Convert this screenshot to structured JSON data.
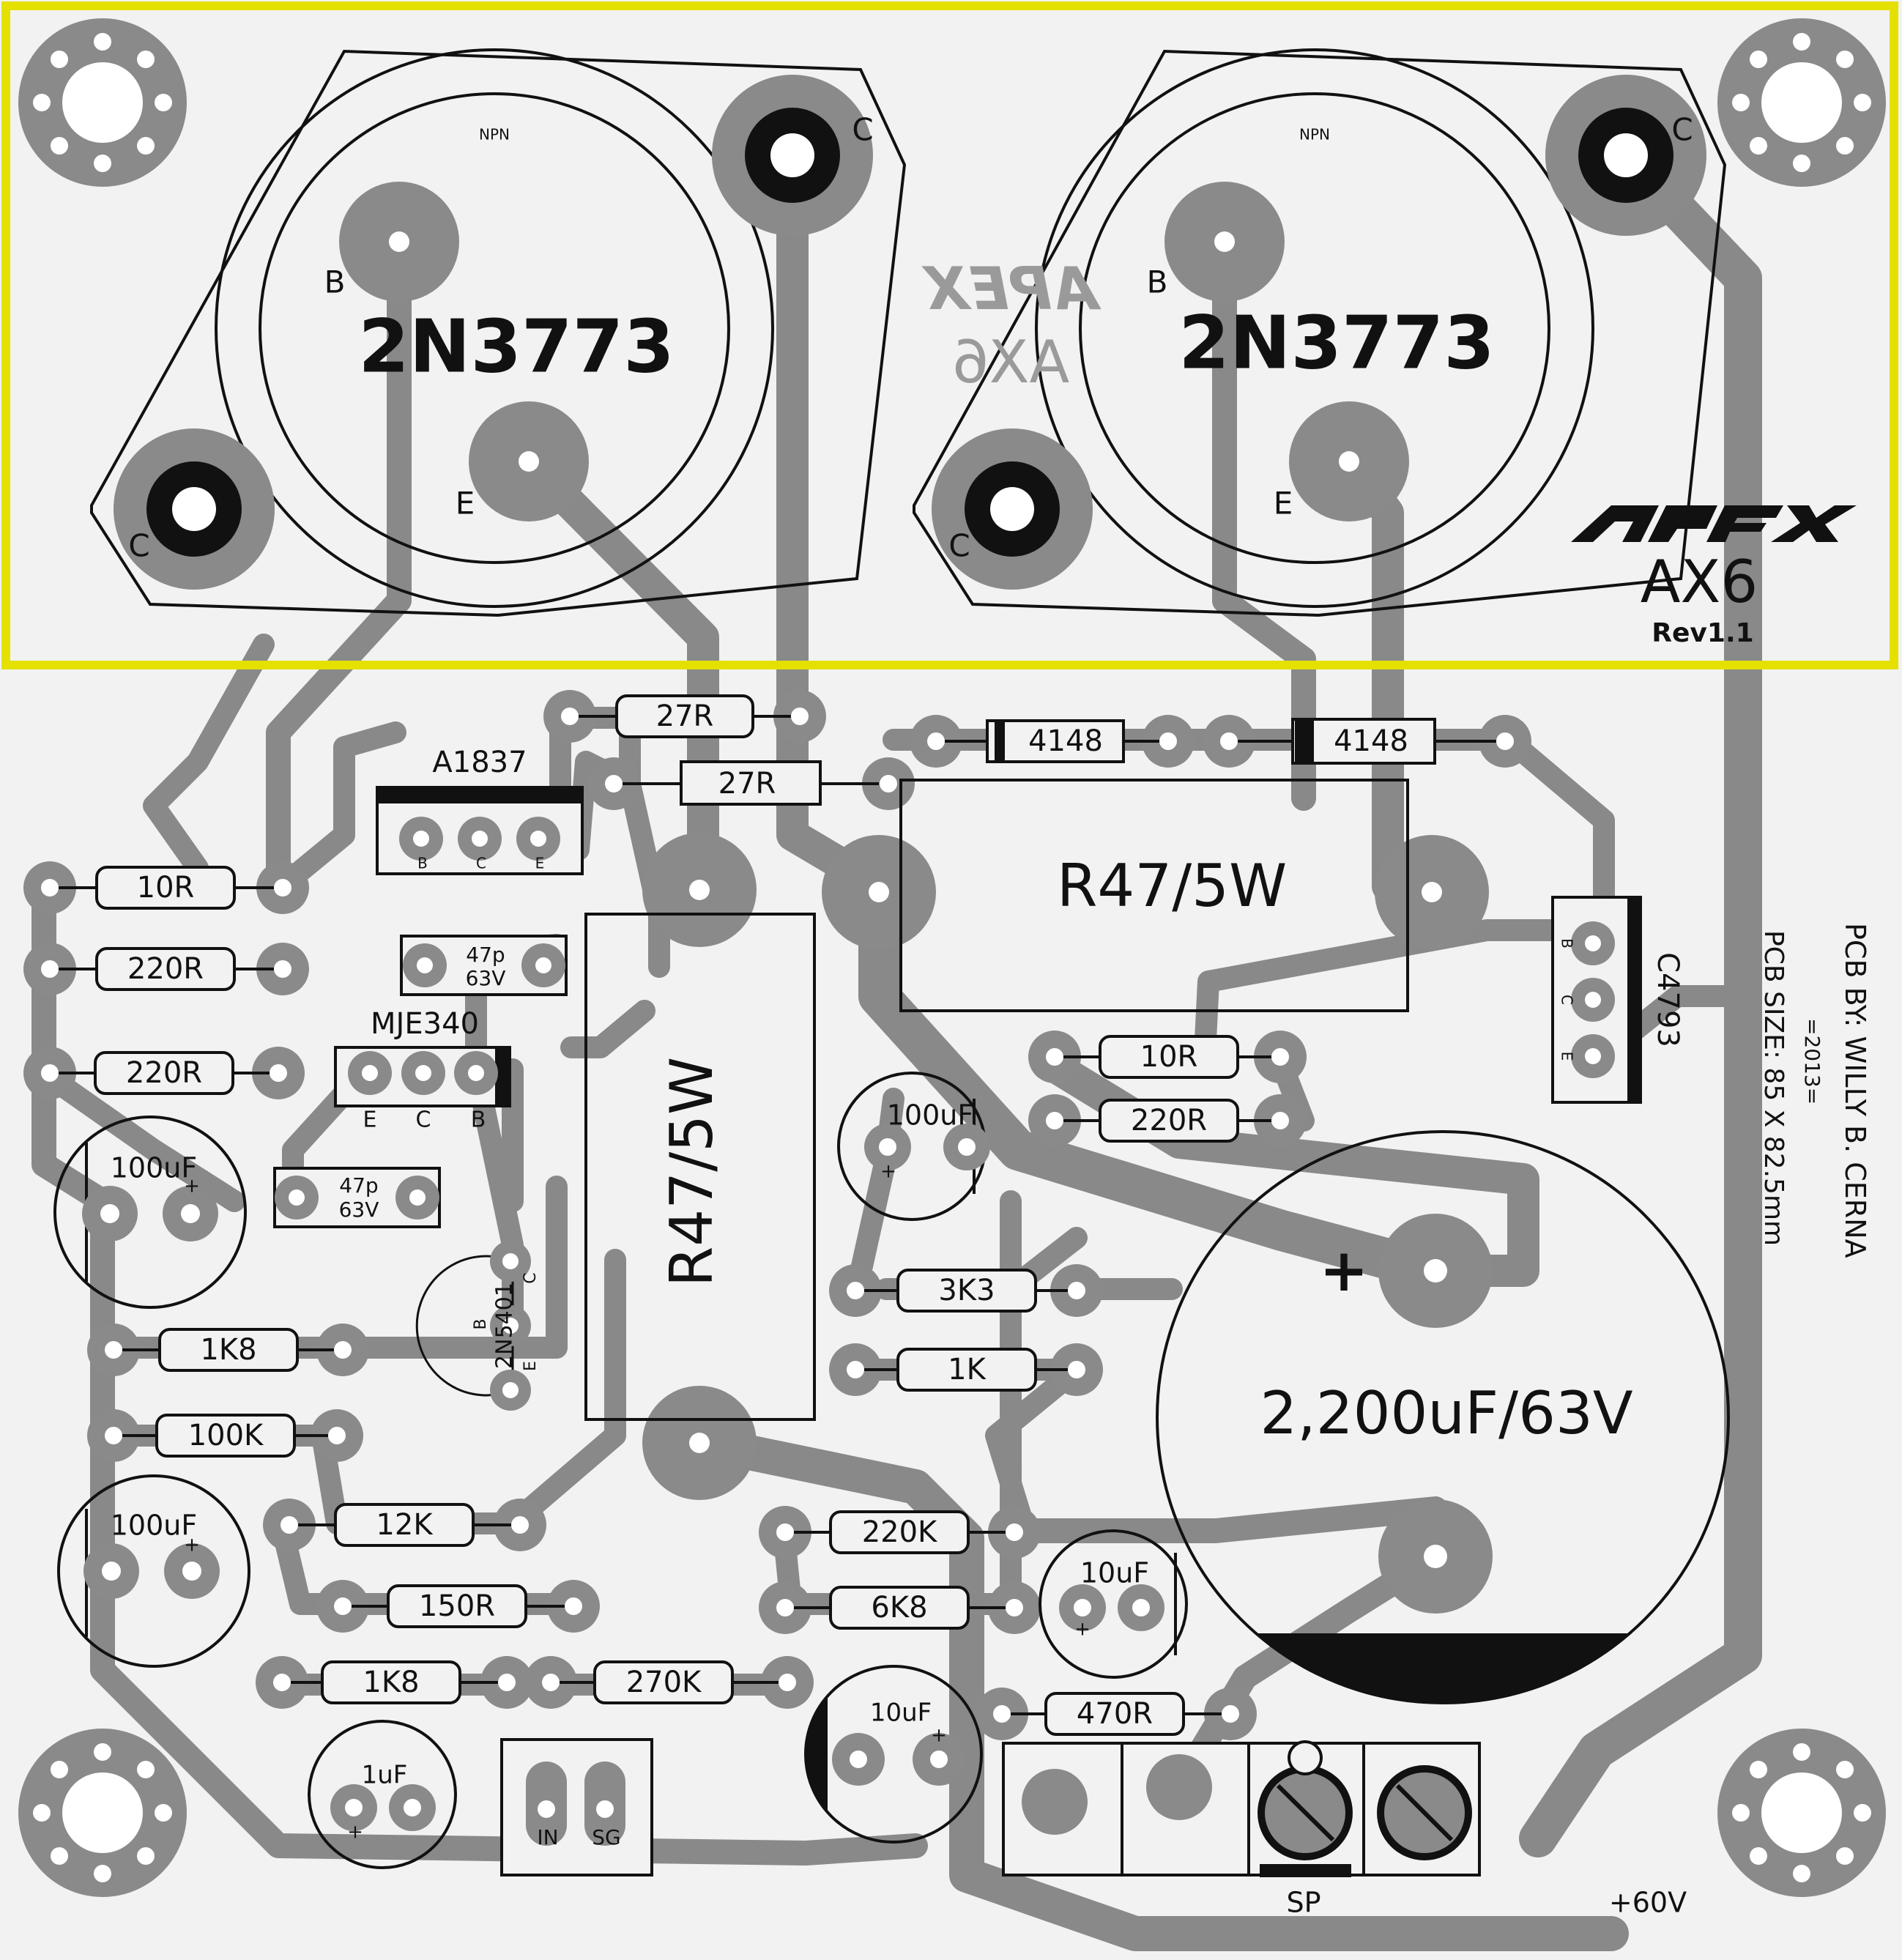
{
  "colors": {
    "background": "#f2f2f2",
    "copper": "#8a8a8a",
    "silk": "#111111",
    "highlight": "#e4e000"
  },
  "transistors": {
    "left": {
      "part": "2N3773",
      "type": "NPN",
      "b": "B",
      "c": "C",
      "e": "E",
      "c2": "C"
    },
    "right": {
      "part": "2N3773",
      "type": "NPN",
      "b": "B",
      "c": "C",
      "e": "E",
      "c2": "C"
    }
  },
  "mirror_logo": {
    "brand": "APEX",
    "model": "AX6"
  },
  "logo": {
    "model": "AX6",
    "rev": "Rev1.1"
  },
  "credits": {
    "pcb_by": "PCB BY: WILLY B. CERNA",
    "year": "=2013=",
    "size": "PCB SIZE: 85 X 82.5mm"
  },
  "resistors": {
    "r27_top": "27R",
    "r27_mid": "27R",
    "r10_left": "10R",
    "r220_left_a": "220R",
    "r220_left_b": "220R",
    "r47_horizontal": "R47/5W",
    "r47_vertical": "R47/5W",
    "r10_right": "10R",
    "r220_right": "220R",
    "r3k3": "3K3",
    "r1k": "1K",
    "r1k8_a": "1K8",
    "r100k": "100K",
    "r12k": "12K",
    "r150": "150R",
    "r1k8_b": "1K8",
    "r270k": "270K",
    "r220k": "220K",
    "r6k8": "6K8",
    "r470": "470R"
  },
  "diodes": {
    "d1": "4148",
    "d2": "4148"
  },
  "semis": {
    "a1837": {
      "part": "A1837",
      "b": "B",
      "c": "C",
      "e": "E"
    },
    "mje340": {
      "part": "MJE340",
      "e": "E",
      "c": "C",
      "b": "B"
    },
    "c4793": {
      "part": "C4793",
      "b": "B",
      "c": "C",
      "e": "E"
    },
    "q2n5401": {
      "part": "2N5401",
      "b": "B",
      "c": "C",
      "e": "E"
    }
  },
  "capacitors": {
    "c47p_a": {
      "value": "47p",
      "voltage": "63V"
    },
    "c47p_b": {
      "value": "47p",
      "voltage": "63V"
    },
    "c100u_top": {
      "value": "100uF",
      "polarity": "+"
    },
    "c100u_left": {
      "value": "100uF",
      "polarity": "+"
    },
    "c100u_bottom": {
      "value": "100uF",
      "polarity": "+"
    },
    "c2200": {
      "value": "2,200uF/63V",
      "polarity": "+"
    },
    "c10u_a": {
      "value": "10uF",
      "polarity": "+"
    },
    "c10u_b": {
      "value": "10uF",
      "polarity": "+"
    },
    "c1u": {
      "value": "1uF",
      "polarity": "+"
    }
  },
  "connectors": {
    "input": {
      "in": "IN",
      "sg": "SG"
    },
    "speaker": "SP",
    "power": "+60V"
  }
}
